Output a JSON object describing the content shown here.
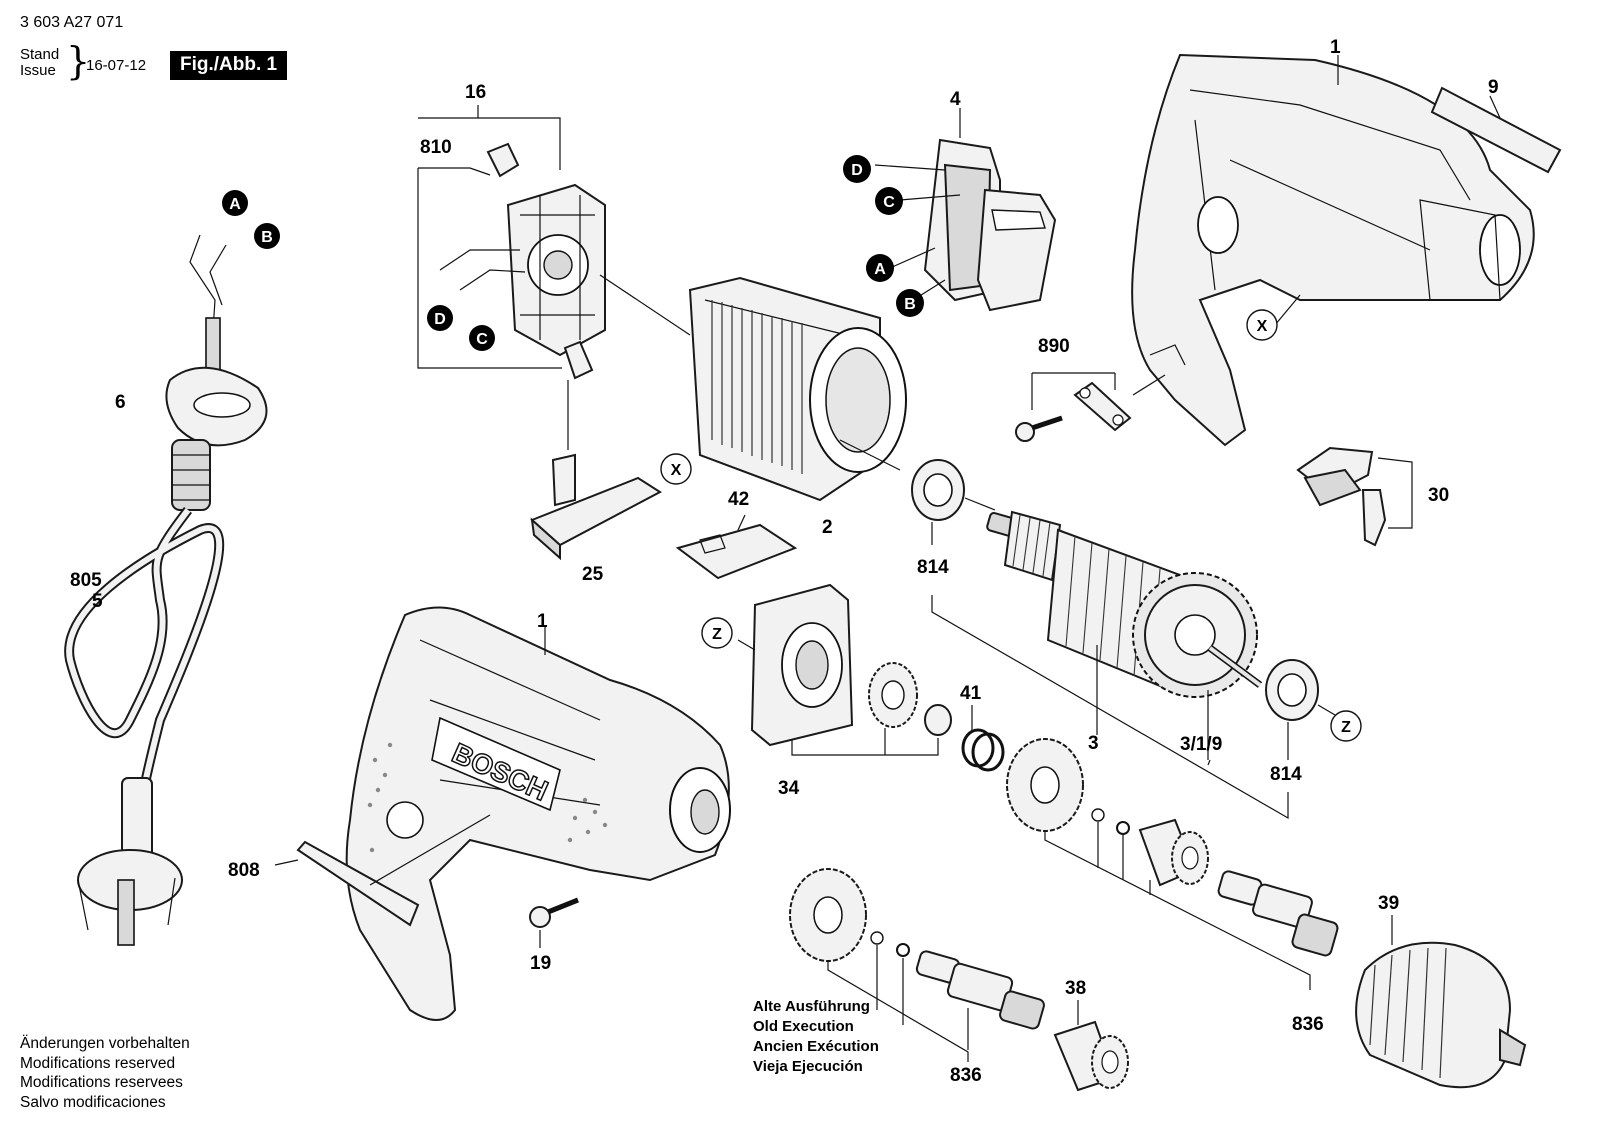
{
  "header": {
    "doc_number": "3 603 A27 071",
    "stand_label": "Stand",
    "issue_label": "Issue",
    "date": "16-07-12",
    "figure_label": "Fig./Abb. 1"
  },
  "notes": [
    "Änderungen vorbehalten",
    "Modifications reserved",
    "Modifications reservees",
    "Salvo modificaciones"
  ],
  "edition_note": [
    "Alte Ausführung",
    "Old Execution",
    "Ancien Exécution",
    "Vieja Ejecución"
  ],
  "brand": "BOSCH",
  "part_labels": {
    "housing_top": "1",
    "housing_front": "1",
    "field": "2",
    "armature": "3",
    "armature_sub": "3/1/9",
    "switch": "4",
    "cable": "5",
    "cable_alt": "805",
    "grommet": "6",
    "nameplate_top": "9",
    "brush_holder": "16",
    "screw": "19",
    "cover": "25",
    "lever": "30",
    "gearbox": "34",
    "ring_38": "38",
    "chuck": "39",
    "spring": "41",
    "clip": "42",
    "nameplate_front": "808",
    "brushes": "810",
    "bearing_left": "814",
    "bearing_right": "814",
    "spindle": "836",
    "spindle_old": "836",
    "clamp": "890"
  },
  "connectors": {
    "cable_a": "A",
    "cable_b": "B",
    "brush_d": "D",
    "brush_c": "C",
    "switch_d": "D",
    "switch_c": "C",
    "switch_a": "A",
    "switch_b": "B"
  },
  "markers": {
    "x_cover": "X",
    "x_housing": "X",
    "z_gearbox": "Z",
    "z_bearing": "Z"
  }
}
